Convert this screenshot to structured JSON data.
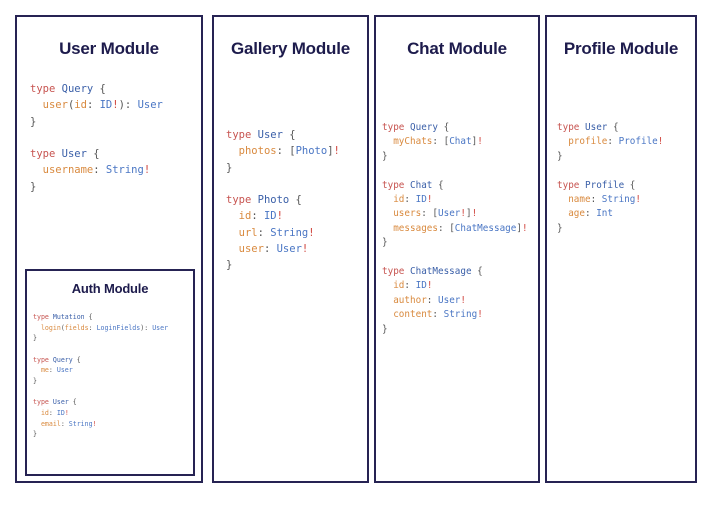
{
  "page": {
    "background_color": "#ffffff",
    "border_color": "#262353",
    "title_color": "#1d1b4c"
  },
  "syntax_colors": {
    "keyword": "#c75450",
    "type_name": "#3a5fa8",
    "field_name": "#d98a3f",
    "field_type": "#4a76c4",
    "punctuation": "#555555",
    "non_null": "#d0453e"
  },
  "modules": {
    "user": {
      "title": "User Module",
      "code": "type Query {\n  user(id: ID!): User\n}\n\n\ntype User {\n  username: String!\n}",
      "types": [
        {
          "keyword": "type",
          "name": "Query",
          "fields": [
            {
              "name": "user",
              "args": "(id: ID!)",
              "type": "User",
              "non_null": false
            }
          ]
        },
        {
          "keyword": "type",
          "name": "User",
          "fields": [
            {
              "name": "username",
              "args": "",
              "type": "String",
              "non_null": true
            }
          ]
        }
      ]
    },
    "auth": {
      "title": "Auth Module",
      "code": "type Mutation {\n  login(fields: LoginFields): User\n}\n\ntype Query {\n  me: User\n}\n\ntype User {\n  id: ID!\n  email: String!\n}",
      "types": [
        {
          "keyword": "type",
          "name": "Mutation",
          "fields": [
            {
              "name": "login",
              "args": "(fields: LoginFields)",
              "type": "User",
              "non_null": false
            }
          ]
        },
        {
          "keyword": "type",
          "name": "Query",
          "fields": [
            {
              "name": "me",
              "args": "",
              "type": "User",
              "non_null": false
            }
          ]
        },
        {
          "keyword": "type",
          "name": "User",
          "fields": [
            {
              "name": "id",
              "args": "",
              "type": "ID",
              "non_null": true
            },
            {
              "name": "email",
              "args": "",
              "type": "String",
              "non_null": true
            }
          ]
        }
      ]
    },
    "gallery": {
      "title": "Gallery Module",
      "code": "type User {\n  photos: [Photo]!\n}\n\ntype Photo {\n  id: ID!\n  url: String!\n  user: User!\n}",
      "types": [
        {
          "keyword": "type",
          "name": "User",
          "fields": [
            {
              "name": "photos",
              "args": "",
              "type": "[Photo]",
              "non_null": true
            }
          ]
        },
        {
          "keyword": "type",
          "name": "Photo",
          "fields": [
            {
              "name": "id",
              "args": "",
              "type": "ID",
              "non_null": true
            },
            {
              "name": "url",
              "args": "",
              "type": "String",
              "non_null": true
            },
            {
              "name": "user",
              "args": "",
              "type": "User",
              "non_null": true
            }
          ]
        }
      ]
    },
    "chat": {
      "title": "Chat Module",
      "code": "type Query {\n  myChats: [Chat]!\n}\n\ntype Chat {\n  id: ID!\n  users: [User!]!\n  messages: [ChatMessage]!\n}\n\ntype ChatMessage {\n  id: ID!\n  author: User!\n  content: String!\n}",
      "types": [
        {
          "keyword": "type",
          "name": "Query",
          "fields": [
            {
              "name": "myChats",
              "args": "",
              "type": "[Chat]",
              "non_null": true
            }
          ]
        },
        {
          "keyword": "type",
          "name": "Chat",
          "fields": [
            {
              "name": "id",
              "args": "",
              "type": "ID",
              "non_null": true
            },
            {
              "name": "users",
              "args": "",
              "type": "[User!]",
              "non_null": true
            },
            {
              "name": "messages",
              "args": "",
              "type": "[ChatMessage]",
              "non_null": true
            }
          ]
        },
        {
          "keyword": "type",
          "name": "ChatMessage",
          "fields": [
            {
              "name": "id",
              "args": "",
              "type": "ID",
              "non_null": true
            },
            {
              "name": "author",
              "args": "",
              "type": "User",
              "non_null": true
            },
            {
              "name": "content",
              "args": "",
              "type": "String",
              "non_null": true
            }
          ]
        }
      ]
    },
    "profile": {
      "title": "Profile Module",
      "code": "type User {\n  profile: Profile!\n}\n\ntype Profile {\n  name: String!\n  age: Int\n}",
      "types": [
        {
          "keyword": "type",
          "name": "User",
          "fields": [
            {
              "name": "profile",
              "args": "",
              "type": "Profile",
              "non_null": true
            }
          ]
        },
        {
          "keyword": "type",
          "name": "Profile",
          "fields": [
            {
              "name": "name",
              "args": "",
              "type": "String",
              "non_null": true
            },
            {
              "name": "age",
              "args": "",
              "type": "Int",
              "non_null": false
            }
          ]
        }
      ]
    }
  }
}
